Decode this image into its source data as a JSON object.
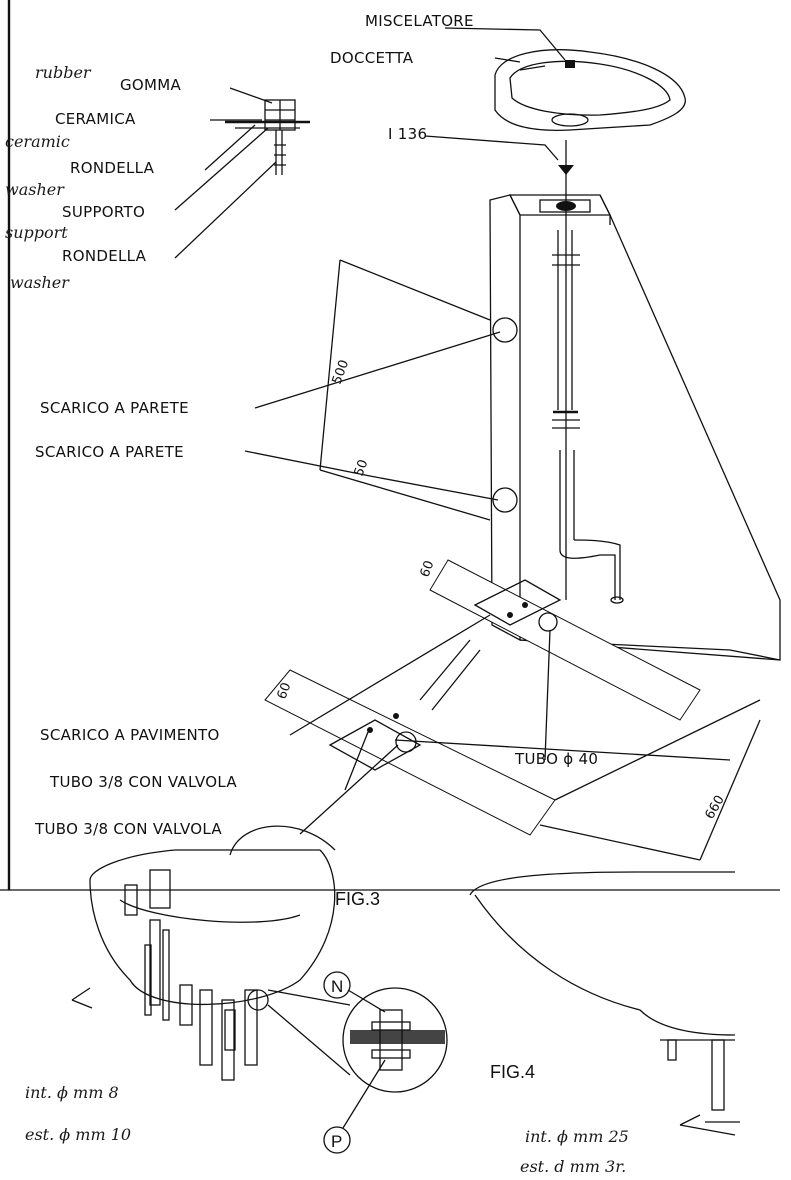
{
  "labels": {
    "miscelatore": "MISCELATORE",
    "doccetta": "DOCCETTA",
    "gomma": "GOMMA",
    "ceramica": "CERAMICA",
    "rondella1": "RONDELLA",
    "supporto": "SUPPORTO",
    "rondella2": "RONDELLA",
    "part_number": "I 136",
    "scarico_parete1": "SCARICO A PARETE",
    "scarico_parete2": "SCARICO A PARETE",
    "scarico_pavimento": "SCARICO A PAVIMENTO",
    "tubo_valvola1": "TUBO 3/8 CON VALVOLA",
    "tubo_valvola2": "TUBO 3/8 CON VALVOLA",
    "tubo40": "TUBO ϕ 40"
  },
  "dimensions": {
    "d500": "500",
    "d50": "50",
    "d60a": "60",
    "d60b": "60",
    "d660": "660"
  },
  "handwritten": {
    "rubber": "rubber",
    "ceramic": "ceramic",
    "washer1": "washer",
    "support": "support",
    "washer2": "washer",
    "fig3_int": "int. ϕ mm 8",
    "fig3_est": "est. ϕ mm 10",
    "fig4_int": "int. ϕ mm 25",
    "fig4_est": "est. d mm 3r."
  },
  "figures": {
    "fig3": "FIG.3",
    "fig4": "FIG.4",
    "marker_n": "N",
    "marker_p": "P"
  }
}
